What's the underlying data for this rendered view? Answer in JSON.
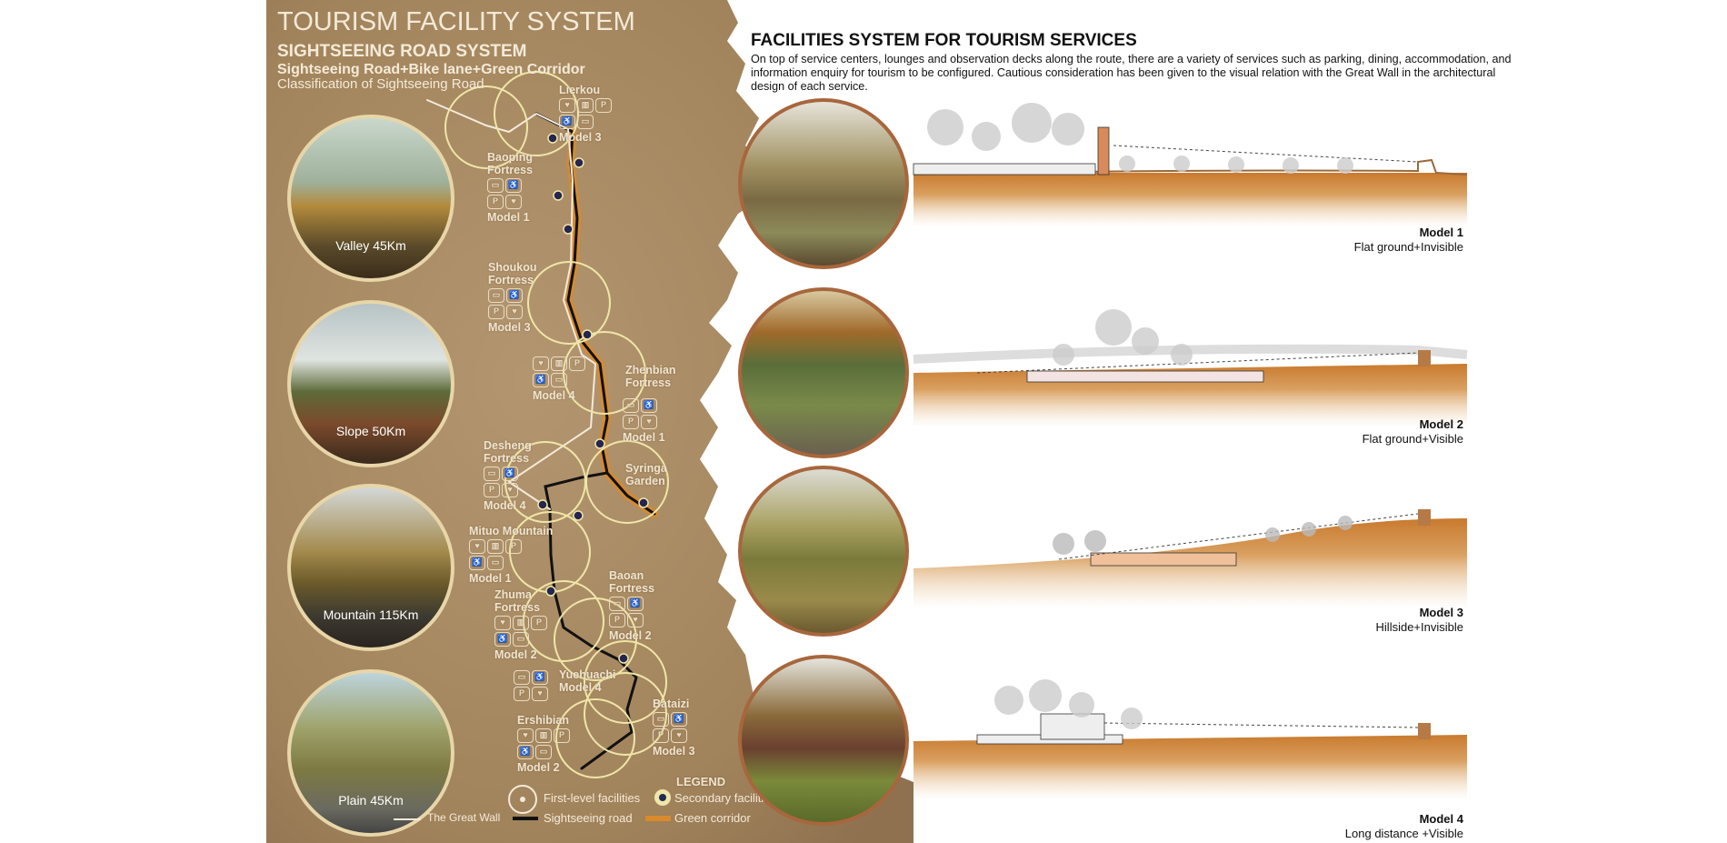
{
  "left_panel": {
    "title": "TOURISM FACILITY SYSTEM",
    "subtitle": "SIGHTSEEING ROAD  SYSTEM",
    "subtitle2": "Sightseeing Road+Bike lane+Green Corridor",
    "subtitle3": "Classification of Sightseeing Road",
    "road_types": [
      {
        "label": "Valley 45Km"
      },
      {
        "label": "Slope  50Km"
      },
      {
        "label": "Mountain 115Km"
      },
      {
        "label": "Plain 45Km"
      }
    ],
    "places": [
      {
        "name": "Lierkou",
        "icons": [
          "heart",
          "store",
          "P",
          "wc",
          "bus"
        ],
        "model": "Model 3"
      },
      {
        "name": "Baoping\nFortress",
        "icons": [
          "bus",
          "wc",
          "P",
          "heart"
        ],
        "model": "Model 1"
      },
      {
        "name": "Shoukou\nFortress",
        "icons": [
          "bus",
          "wc",
          "P",
          "heart"
        ],
        "model": "Model 3"
      },
      {
        "name": "",
        "icons": [
          "heart",
          "store",
          "P",
          "wc",
          "bus"
        ],
        "model": "Model 4"
      },
      {
        "name": "Zhenbian\nFortress",
        "icons": [],
        "model": ""
      },
      {
        "name": "",
        "icons": [
          "bus",
          "wc",
          "P",
          "heart"
        ],
        "model": "Model 1"
      },
      {
        "name": "Syringa\nGarden",
        "icons": [],
        "model": ""
      },
      {
        "name": "Desheng\nFortress",
        "icons": [
          "bus",
          "wc",
          "P",
          "heart"
        ],
        "model": "Model 4"
      },
      {
        "name": "Mituo Mountain",
        "icons": [
          "heart",
          "store",
          "P",
          "wc",
          "bus"
        ],
        "model": "Model 1"
      },
      {
        "name": "Baoan\nFortress",
        "icons": [
          "bus",
          "wc",
          "P",
          "heart"
        ],
        "model": "Model 2"
      },
      {
        "name": "Zhuma\nFortress",
        "icons": [
          "heart",
          "store",
          "P",
          "wc",
          "bus"
        ],
        "model": "Model 2"
      },
      {
        "name": "Yuehuachi",
        "icons": [
          "bus",
          "wc",
          "P",
          "heart"
        ],
        "model": "Model 4"
      },
      {
        "name": "Bataizi",
        "icons": [
          "bus",
          "wc",
          "P",
          "heart"
        ],
        "model": "Model 3"
      },
      {
        "name": "Ershibian",
        "icons": [
          "heart",
          "store",
          "P",
          "wc",
          "bus"
        ],
        "model": "Model 2"
      }
    ],
    "legend": {
      "title": "LEGEND",
      "first_level": "First-level facilities",
      "secondary": "Secondary facilities",
      "great_wall": "The Great Wall",
      "road": "Sightseeing road",
      "corridor": "Green corridor"
    }
  },
  "right_panel": {
    "title": "FACILITIES SYSTEM  FOR TOURISM SERVICES",
    "description": "On top of service centers, lounges and observation decks along the route, there are a variety of services such as parking, dining, accommodation, and information enquiry for tourism to be configured. Cautious consideration has been given to the visual relation with the Great Wall in the architectural design of each service.",
    "models": [
      {
        "name": "Model 1",
        "desc": "Flat ground+Invisible"
      },
      {
        "name": "Model 2",
        "desc": "Flat ground+Visible"
      },
      {
        "name": "Model 3",
        "desc": "Hillside+Invisible"
      },
      {
        "name": "Model 4",
        "desc": "Long distance +Visible"
      }
    ]
  },
  "colors": {
    "parchment": "#a88b64",
    "road": "#111111",
    "corridor": "#d98a2b",
    "ring": "#efe6a8",
    "ground": "#d08a3c"
  }
}
